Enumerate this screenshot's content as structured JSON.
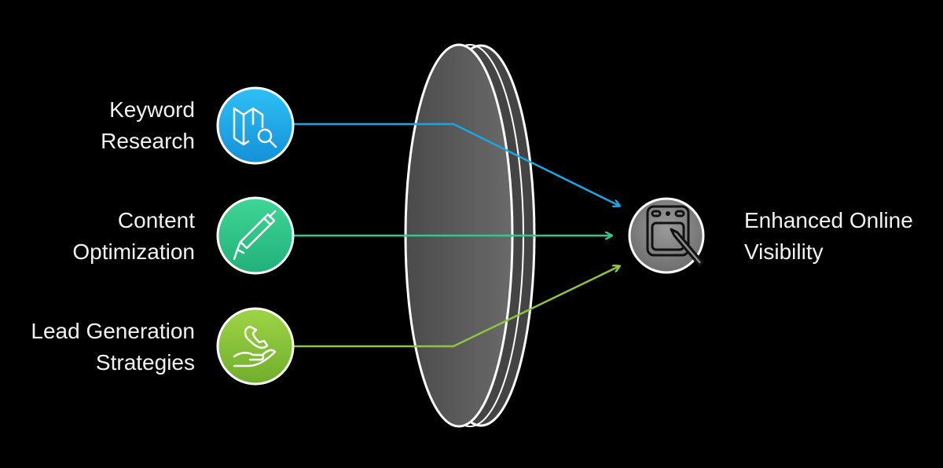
{
  "inputs": [
    {
      "line1": "Keyword",
      "line2": "Research",
      "icon": "map-search-icon",
      "color": "#1aa6e6"
    },
    {
      "line1": "Content",
      "line2": "Optimization",
      "icon": "pen-icon",
      "color": "#2fc98a"
    },
    {
      "line1": "Lead Generation",
      "line2": "Strategies",
      "icon": "hand-phone-icon",
      "color": "#8cc63e"
    }
  ],
  "output": {
    "line1": "Enhanced Online",
    "line2": "Visibility",
    "icon": "drawing-tablet-icon",
    "color": "#8a8a8a"
  },
  "lens": {
    "color": "#5c5c5c"
  }
}
